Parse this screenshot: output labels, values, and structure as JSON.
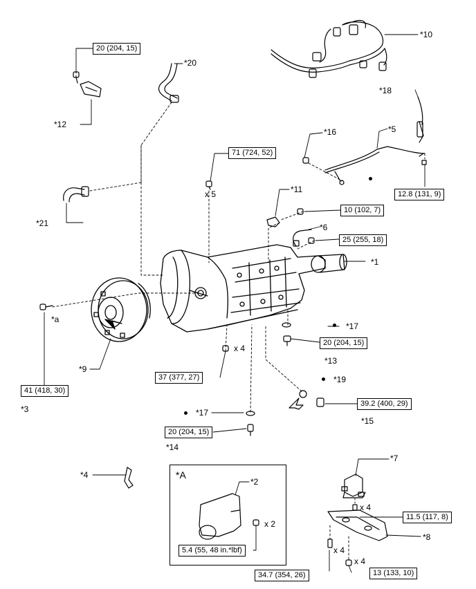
{
  "callouts": {
    "c1": "*1",
    "c2": "*2",
    "c3": "*3",
    "c4": "*4",
    "c5": "*5",
    "c6": "*6",
    "c7": "*7",
    "c8": "*8",
    "c9": "*9",
    "c10": "*10",
    "c11": "*11",
    "c12": "*12",
    "c13": "*13",
    "c14": "*14",
    "c15": "*15",
    "c16": "*16",
    "c17a": "*17",
    "c17b": "*17",
    "c18": "*18",
    "c19": "*19",
    "c20": "*20",
    "c21": "*21",
    "ca": "*a",
    "cA": "*A"
  },
  "torques": {
    "t_20_top": "20 (204, 15)",
    "t_71": "71 (724, 52)",
    "t_128": "12.8 (131, 9)",
    "t_10": "10 (102, 7)",
    "t_25": "25 (255, 18)",
    "t_20_mid": "20 (204, 15)",
    "t_37": "37 (377, 27)",
    "t_41": "41 (418, 30)",
    "t_392": "39.2 (400, 29)",
    "t_20_low": "20 (204, 15)",
    "t_115": "11.5 (117, 8)",
    "t_54": "5.4 (55, 48 in.*lbf)",
    "t_347": "34.7 (354, 26)",
    "t_13": "13 (133, 10)"
  },
  "quantities": {
    "q5": "x 5",
    "q4_bolts": "x 4",
    "q2": "x 2",
    "q4_mount": "x 4",
    "q4_bolt": "x 4",
    "q4_nut": "x 4"
  }
}
